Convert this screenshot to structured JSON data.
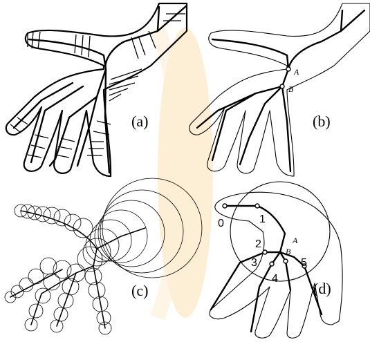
{
  "panels": {
    "a": {
      "label": "(a)"
    },
    "b": {
      "label": "(b)",
      "points": {
        "A": "A",
        "B": "B"
      }
    },
    "c": {
      "label": "(c)"
    },
    "d": {
      "label": "(d)",
      "points": {
        "A": "A",
        "B": "B"
      },
      "nodes": [
        "0",
        "1",
        "2",
        "3",
        "4",
        "5"
      ]
    }
  }
}
